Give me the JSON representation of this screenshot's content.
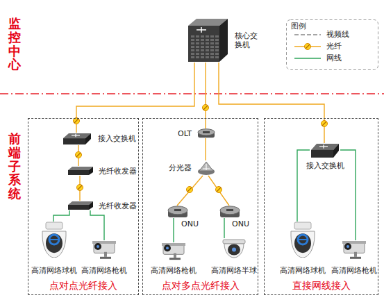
{
  "diagram": {
    "nodes": [
      {
        "text": [
          "核心交换机"
        ]
      },
      {
        "text": [
          "点对点光纤接入"
        ]
      },
      {
        "text": [
          "接入交换机"
        ],
        "in": 1
      },
      {
        "text": [
          "光纤收发器"
        ],
        "in": 1
      },
      {
        "text": [
          "光纤收发器"
        ],
        "in": 1
      },
      {
        "text": [
          "高清网络球机"
        ],
        "in": 1
      },
      {
        "text": [
          "高清网络枪机"
        ],
        "in": 1
      },
      {
        "text": [
          "点对多点光纤接入"
        ]
      },
      {
        "text": [
          "OLT"
        ],
        "in": 7
      },
      {
        "text": [
          "分光器"
        ],
        "in": 7
      },
      {
        "text": [
          "ONU"
        ],
        "in": 7
      },
      {
        "text": [
          "ONU"
        ],
        "in": 7
      },
      {
        "text": [
          "高清网络枪机"
        ],
        "in": 7
      },
      {
        "text": [
          "高清网络半球"
        ],
        "in": 7
      },
      {
        "text": [
          "直接网线接入"
        ]
      },
      {
        "text": [
          "接入交换机"
        ],
        "in": 14
      },
      {
        "text": [
          "高清网络球机"
        ],
        "in": 14
      },
      {
        "text": [
          "高清网络枪机"
        ],
        "in": 14
      }
    ],
    "edges": [
      {
        "from": 0,
        "to": 2,
        "arrow": "none"
      },
      {
        "from": 0,
        "to": 8,
        "arrow": "none"
      },
      {
        "from": 0,
        "to": 15,
        "arrow": "none"
      },
      {
        "from": 2,
        "to": 3,
        "arrow": "none"
      },
      {
        "from": 3,
        "to": 4,
        "arrow": "none"
      },
      {
        "from": 4,
        "to": 5,
        "arrow": "none"
      },
      {
        "from": 4,
        "to": 6,
        "arrow": "none"
      },
      {
        "from": 8,
        "to": 9,
        "arrow": "none"
      },
      {
        "from": 9,
        "to": 10,
        "arrow": "none"
      },
      {
        "from": 9,
        "to": 11,
        "arrow": "none"
      },
      {
        "from": 10,
        "to": 12,
        "arrow": "none"
      },
      {
        "from": 11,
        "to": 13,
        "arrow": "none"
      },
      {
        "from": 15,
        "to": 16,
        "arrow": "none"
      },
      {
        "from": 15,
        "to": 17,
        "arrow": "none"
      }
    ],
    "labels": [
      "监控中心",
      "前端子系统",
      "图例"
    ],
    "legend": [
      {
        "text": "视频线"
      },
      {
        "text": "光纤"
      },
      {
        "text": "网线"
      }
    ]
  }
}
